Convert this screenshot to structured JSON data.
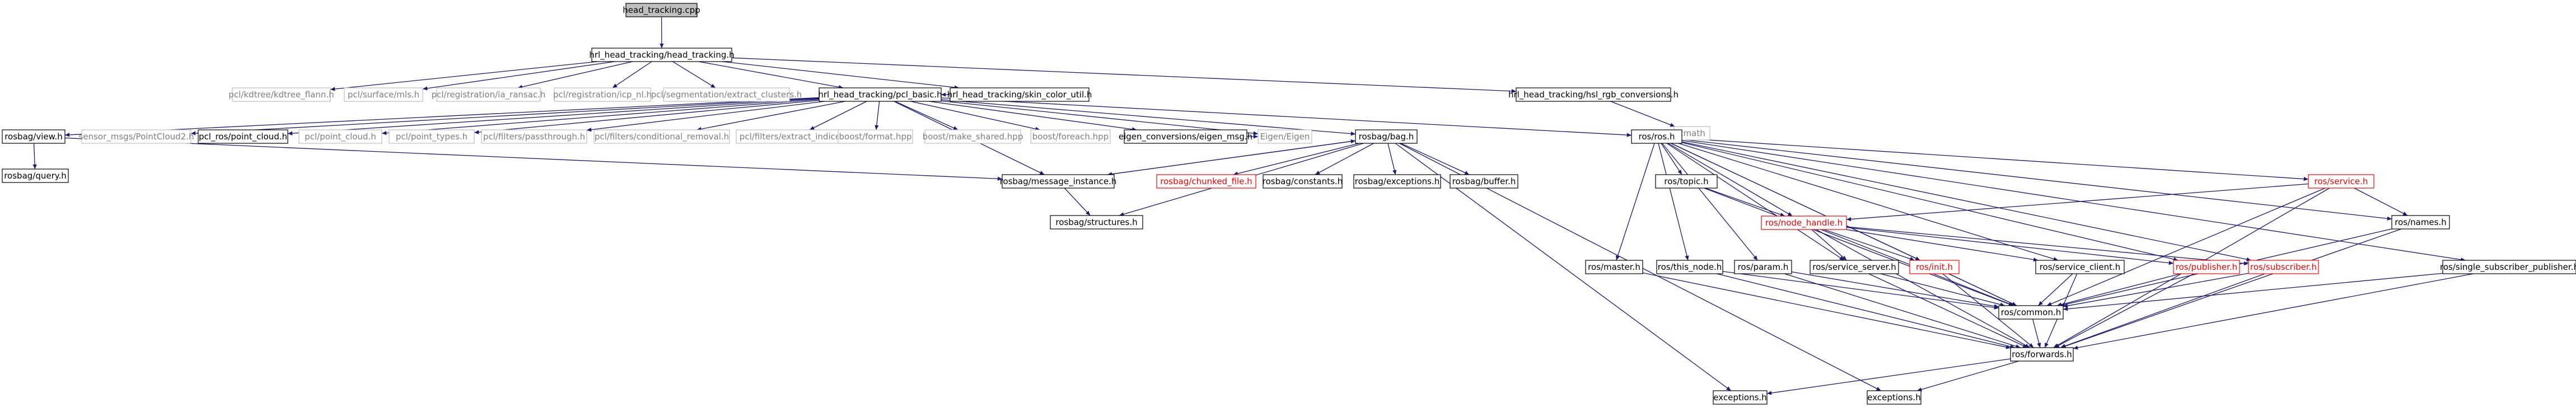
{
  "diagram": {
    "nodes": [
      {
        "id": "root",
        "label": "head_tracking.cpp",
        "style": "root"
      },
      {
        "id": "ht",
        "label": "hrl_head_tracking/head_tracking.h",
        "style": "normal"
      },
      {
        "id": "kdtree",
        "label": "pcl/kdtree/kdtree_flann.h",
        "style": "external"
      },
      {
        "id": "mls",
        "label": "pcl/surface/mls.h",
        "style": "external"
      },
      {
        "id": "ransac",
        "label": "pcl/registration/ia_ransac.h",
        "style": "external"
      },
      {
        "id": "icpnl",
        "label": "pcl/registration/icp_nl.h",
        "style": "external"
      },
      {
        "id": "extract",
        "label": "pcl/segmentation/extract_clusters.h",
        "style": "external"
      },
      {
        "id": "pclbasic",
        "label": "hrl_head_tracking/pcl_basic.h",
        "style": "normal"
      },
      {
        "id": "skin",
        "label": "hrl_head_tracking/skin_color_util.h",
        "style": "normal"
      },
      {
        "id": "rgbconv",
        "label": "hrl_head_tracking/hsl_rgb_conversions.h",
        "style": "normal"
      },
      {
        "id": "cmath",
        "label": "cmath",
        "style": "external"
      },
      {
        "id": "rosbagview",
        "label": "rosbag/view.h",
        "style": "normal"
      },
      {
        "id": "pc2",
        "label": "sensor_msgs/PointCloud2.h",
        "style": "external"
      },
      {
        "id": "rospc",
        "label": "pcl_ros/point_cloud.h",
        "style": "normal"
      },
      {
        "id": "pclpc",
        "label": "pcl/point_cloud.h",
        "style": "external"
      },
      {
        "id": "pcltypes",
        "label": "pcl/point_types.h",
        "style": "external"
      },
      {
        "id": "pass",
        "label": "pcl/filters/passthrough.h",
        "style": "external"
      },
      {
        "id": "condrem",
        "label": "pcl/filters/conditional_removal.h",
        "style": "external"
      },
      {
        "id": "extidx",
        "label": "pcl/filters/extract_indices.h",
        "style": "external"
      },
      {
        "id": "bformat",
        "label": "boost/format.hpp",
        "style": "external"
      },
      {
        "id": "bshared",
        "label": "boost/make_shared.hpp",
        "style": "external"
      },
      {
        "id": "bforeach",
        "label": "boost/foreach.hpp",
        "style": "external"
      },
      {
        "id": "eigmsg",
        "label": "eigen_conversions/eigen_msg.h",
        "style": "normal"
      },
      {
        "id": "eigen",
        "label": "Eigen/Eigen",
        "style": "external"
      },
      {
        "id": "rosbagbag",
        "label": "rosbag/bag.h",
        "style": "normal"
      },
      {
        "id": "rosbagquery",
        "label": "rosbag/query.h",
        "style": "normal"
      },
      {
        "id": "msginst",
        "label": "rosbag/message_instance.h",
        "style": "normal"
      },
      {
        "id": "chunked",
        "label": "rosbag/chunked_file.h",
        "style": "truncated"
      },
      {
        "id": "constants",
        "label": "rosbag/constants.h",
        "style": "normal"
      },
      {
        "id": "rbexc",
        "label": "rosbag/exceptions.h",
        "style": "normal"
      },
      {
        "id": "buffer",
        "label": "rosbag/buffer.h",
        "style": "normal"
      },
      {
        "id": "structures",
        "label": "rosbag/structures.h",
        "style": "normal"
      },
      {
        "id": "rosrosh",
        "label": "ros/ros.h",
        "style": "normal"
      },
      {
        "id": "rostopic",
        "label": "ros/topic.h",
        "style": "normal"
      },
      {
        "id": "nodehandle",
        "label": "ros/node_handle.h",
        "style": "truncated"
      },
      {
        "id": "rosservice",
        "label": "ros/service.h",
        "style": "truncated"
      },
      {
        "id": "rosnames",
        "label": "ros/names.h",
        "style": "normal"
      },
      {
        "id": "master",
        "label": "ros/master.h",
        "style": "normal"
      },
      {
        "id": "thisnode",
        "label": "ros/this_node.h",
        "style": "normal"
      },
      {
        "id": "param",
        "label": "ros/param.h",
        "style": "normal"
      },
      {
        "id": "srvserver",
        "label": "ros/service_server.h",
        "style": "normal"
      },
      {
        "id": "rosinit",
        "label": "ros/init.h",
        "style": "truncated"
      },
      {
        "id": "srvclient",
        "label": "ros/service_client.h",
        "style": "normal"
      },
      {
        "id": "publisher",
        "label": "ros/publisher.h",
        "style": "truncated"
      },
      {
        "id": "subscriber",
        "label": "ros/subscriber.h",
        "style": "truncated"
      },
      {
        "id": "singlesub",
        "label": "ros/single_subscriber_publisher.h",
        "style": "normal"
      },
      {
        "id": "common",
        "label": "ros/common.h",
        "style": "normal"
      },
      {
        "id": "forwards",
        "label": "ros/forwards.h",
        "style": "normal"
      },
      {
        "id": "exc1",
        "label": "exceptions.h",
        "style": "normal"
      },
      {
        "id": "exc2",
        "label": "exceptions.h",
        "style": "normal"
      }
    ],
    "edges": [
      [
        "root",
        "ht"
      ],
      [
        "ht",
        "kdtree"
      ],
      [
        "ht",
        "mls"
      ],
      [
        "ht",
        "ransac"
      ],
      [
        "ht",
        "icpnl"
      ],
      [
        "ht",
        "extract"
      ],
      [
        "ht",
        "pclbasic"
      ],
      [
        "ht",
        "skin"
      ],
      [
        "ht",
        "rgbconv"
      ],
      [
        "rgbconv",
        "cmath"
      ],
      [
        "skin",
        "pclbasic"
      ],
      [
        "pclbasic",
        "rosbagview"
      ],
      [
        "pclbasic",
        "pc2"
      ],
      [
        "pclbasic",
        "rospc"
      ],
      [
        "pclbasic",
        "pclpc"
      ],
      [
        "pclbasic",
        "pcltypes"
      ],
      [
        "pclbasic",
        "pass"
      ],
      [
        "pclbasic",
        "condrem"
      ],
      [
        "pclbasic",
        "extidx"
      ],
      [
        "pclbasic",
        "bformat"
      ],
      [
        "pclbasic",
        "bshared"
      ],
      [
        "pclbasic",
        "bforeach"
      ],
      [
        "pclbasic",
        "eigmsg"
      ],
      [
        "pclbasic",
        "eigen"
      ],
      [
        "pclbasic",
        "rosbagbag"
      ],
      [
        "pclbasic",
        "rosrosh"
      ],
      [
        "pclbasic",
        "msginst"
      ],
      [
        "eigmsg",
        "eigen"
      ],
      [
        "rosbagview",
        "rosbagquery"
      ],
      [
        "rosbagview",
        "msginst"
      ],
      [
        "rosbagbag",
        "msginst"
      ],
      [
        "rosbagbag",
        "chunked"
      ],
      [
        "rosbagbag",
        "constants"
      ],
      [
        "rosbagbag",
        "rbexc"
      ],
      [
        "rosbagbag",
        "buffer"
      ],
      [
        "rosbagbag",
        "structures"
      ],
      [
        "rosbagbag",
        "exc1"
      ],
      [
        "rosbagbag",
        "exc2"
      ],
      [
        "msginst",
        "rosbagbag"
      ],
      [
        "msginst",
        "structures"
      ],
      [
        "rosrosh",
        "rostopic"
      ],
      [
        "rosrosh",
        "nodehandle"
      ],
      [
        "rosrosh",
        "rosservice"
      ],
      [
        "rosrosh",
        "rosnames"
      ],
      [
        "rosrosh",
        "master"
      ],
      [
        "rosrosh",
        "thisnode"
      ],
      [
        "rosrosh",
        "param"
      ],
      [
        "rosrosh",
        "srvserver"
      ],
      [
        "rosrosh",
        "rosinit"
      ],
      [
        "rosrosh",
        "srvclient"
      ],
      [
        "rosrosh",
        "publisher"
      ],
      [
        "rosrosh",
        "subscriber"
      ],
      [
        "rosrosh",
        "singlesub"
      ],
      [
        "rosrosh",
        "common"
      ],
      [
        "rostopic",
        "nodehandle"
      ],
      [
        "rostopic",
        "common"
      ],
      [
        "rosservice",
        "nodehandle"
      ],
      [
        "rosservice",
        "rosnames"
      ],
      [
        "rosservice",
        "common"
      ],
      [
        "rosservice",
        "forwards"
      ],
      [
        "nodehandle",
        "srvserver"
      ],
      [
        "nodehandle",
        "rosinit"
      ],
      [
        "nodehandle",
        "srvclient"
      ],
      [
        "nodehandle",
        "publisher"
      ],
      [
        "nodehandle",
        "subscriber"
      ],
      [
        "nodehandle",
        "common"
      ],
      [
        "nodehandle",
        "forwards"
      ],
      [
        "rosnames",
        "common"
      ],
      [
        "rosnames",
        "forwards"
      ],
      [
        "master",
        "forwards"
      ],
      [
        "thisnode",
        "common"
      ],
      [
        "thisnode",
        "forwards"
      ],
      [
        "param",
        "common"
      ],
      [
        "param",
        "forwards"
      ],
      [
        "srvserver",
        "common"
      ],
      [
        "srvserver",
        "forwards"
      ],
      [
        "rosinit",
        "common"
      ],
      [
        "rosinit",
        "forwards"
      ],
      [
        "srvclient",
        "common"
      ],
      [
        "srvclient",
        "forwards"
      ],
      [
        "publisher",
        "common"
      ],
      [
        "publisher",
        "forwards"
      ],
      [
        "subscriber",
        "common"
      ],
      [
        "subscriber",
        "forwards"
      ],
      [
        "singlesub",
        "common"
      ],
      [
        "singlesub",
        "forwards"
      ],
      [
        "common",
        "forwards"
      ],
      [
        "forwards",
        "exc1"
      ],
      [
        "forwards",
        "exc2"
      ]
    ]
  }
}
